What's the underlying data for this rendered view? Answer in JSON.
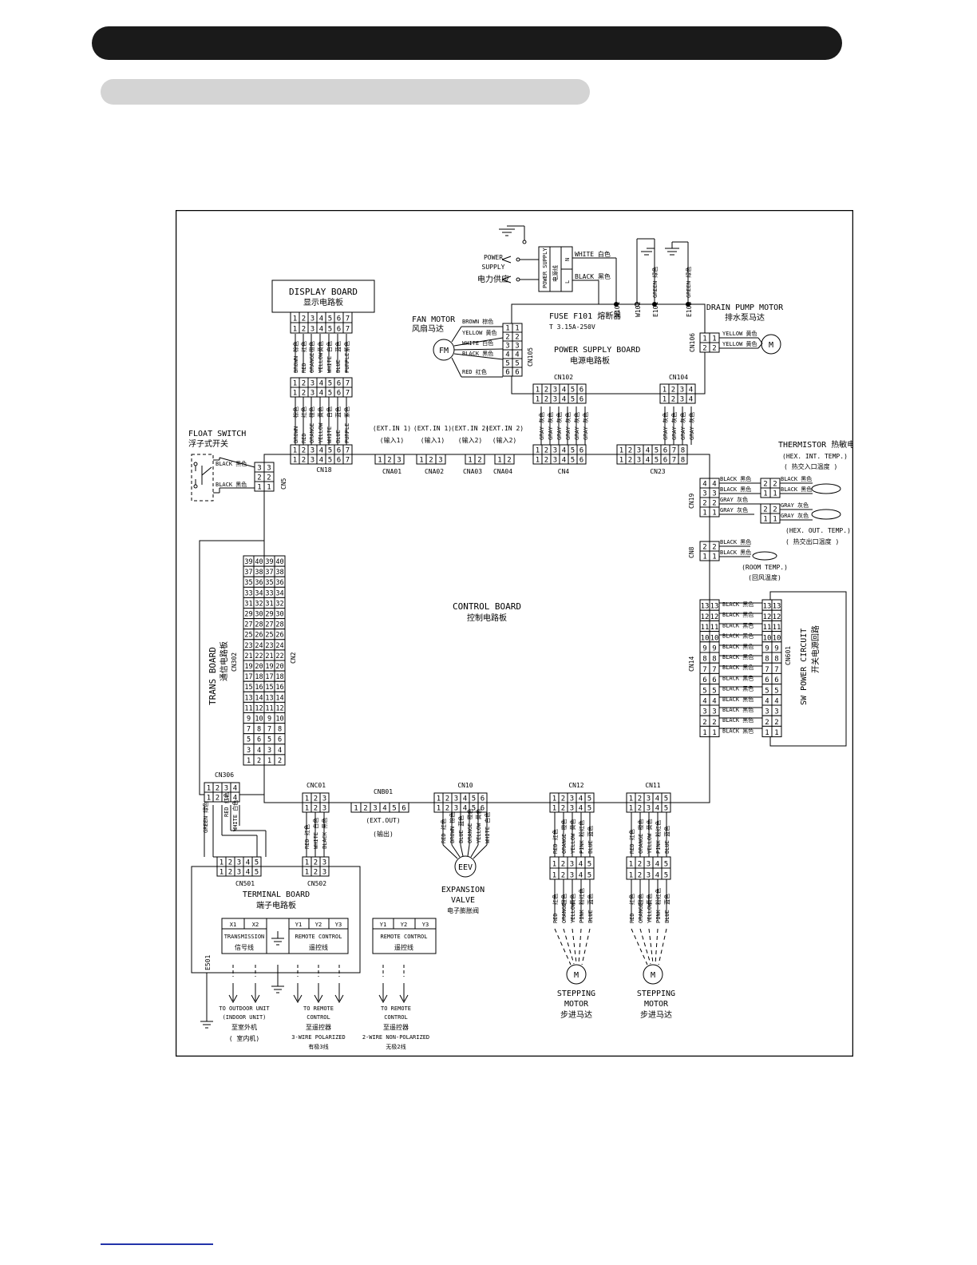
{
  "boards": {
    "display": {
      "en": "DISPLAY BOARD",
      "zh": "显示电路板"
    },
    "power_supply_board": {
      "en": "POWER SUPPLY BOARD",
      "zh": "电源电路板"
    },
    "control": {
      "en": "CONTROL BOARD",
      "zh": "控制电路板"
    },
    "trans": {
      "en": "TRANS BOARD",
      "zh": "通信电路板"
    },
    "terminal": {
      "en": "TERMINAL BOARD",
      "zh": "端子电路板"
    },
    "sw_power": {
      "en": "SW POWER CIRCUIT",
      "zh": "开关电源回路"
    }
  },
  "power": {
    "en1": "POWER",
    "en2": "SUPPLY",
    "zh": "电力供应",
    "cable_en": "POWER SUPPLY",
    "cable_zh": "电源线",
    "n": "N",
    "l": "L",
    "white": "WHITE 白色",
    "black": "BLACK 黑色"
  },
  "fuse": {
    "label": "FUSE F101 熔断器",
    "rating": "T 3.15A-250V"
  },
  "fan_motor": {
    "en": "FAN MOTOR",
    "zh": "风扇马达",
    "symbol": "FM"
  },
  "drain_pump": {
    "en": "DRAIN PUMP MOTOR",
    "zh": "排水泵马达",
    "symbol": "M",
    "wire1": "YELLOW 黄色",
    "wire2": "YELLOW 黄色"
  },
  "float_switch": {
    "en": "FLOAT SWITCH",
    "zh": "浮子式开关",
    "wire1": "BLACK 黑色",
    "wire2": "BLACK 黑色"
  },
  "expansion_valve": {
    "symbol": "EEV",
    "en1": "EXPANSION",
    "en2": "VALVE",
    "zh": "电子膨胀阀"
  },
  "stepping_motor": {
    "en1": "STEPPING",
    "en2": "MOTOR",
    "zh": "步进马达",
    "symbol": "M"
  },
  "thermistor": {
    "title": "THERMISTOR 热敏电阻",
    "hex_in": "(HEX. INT. TEMP.)",
    "hex_in_zh": "( 热交入口温度 )",
    "hex_out": "(HEX. OUT. TEMP.)",
    "hex_out_zh": "( 热交出口温度 )",
    "room": "(ROOM TEMP.)",
    "room_zh": "(回风温度)",
    "black": "BLACK 黑色",
    "gray": "GRAY 灰色"
  },
  "connectors": {
    "cn18": "CN18",
    "cna01": "CNA01",
    "cna02": "CNA02",
    "cna03": "CNA03",
    "cna04": "CNA04",
    "cn4": "CN4",
    "cn23": "CN23",
    "cn102": "CN102",
    "cn104": "CN104",
    "cn105": "CN105",
    "cn106": "CN106",
    "cn5": "CN5",
    "cn19": "CN19",
    "cn8": "CN8",
    "cn14": "CN14",
    "cn601": "CN601",
    "cn2": "CN2",
    "cn302": "CN302",
    "cn306": "CN306",
    "cnc01": "CNC01",
    "cnb01": "CNB01",
    "cn10": "CN10",
    "cn12": "CN12",
    "cn11": "CN11",
    "cn501": "CN501",
    "cn502": "CN502",
    "w101": "W101",
    "w102": "W102",
    "e101": "E101",
    "e103": "E103",
    "e501": "E501"
  },
  "ext_inputs": {
    "in1": "(EXT.IN 1)",
    "in1_zh": "(输入1)",
    "in2": "(EXT.IN 2)",
    "in2_zh": "(输入2)",
    "out": "(EXT.OUT)",
    "out_zh": "(输出)"
  },
  "terminals": {
    "x1": "X1",
    "x2": "X2",
    "y1": "Y1",
    "y2": "Y2",
    "y3": "Y3",
    "transmission": "TRANSMISSION",
    "transmission_zh": "信号线",
    "remote": "REMOTE CONTROL",
    "remote_zh": "遥控线"
  },
  "destinations": {
    "outdoor1": "TO OUTDOOR UNIT",
    "outdoor2": "(INDOOR UNIT)",
    "outdoor3": "至室外机",
    "outdoor4": "( 室内机)",
    "remote3_1": "TO REMOTE",
    "remote3_2": "CONTROL",
    "remote3_3": "至遥控器",
    "remote3_4": "3-WIRE POLARIZED",
    "remote3_5": "有极3线",
    "remote2_1": "TO REMOTE",
    "remote2_2": "CONTROL",
    "remote2_3": "至遥控器",
    "remote2_4": "2-WIRE NON-POLARIZED",
    "remote2_5": "无极2线"
  },
  "wires": {
    "fan": [
      "BROWN 棕色",
      "YELLOW 黄色",
      "WHITE 白色",
      "BLACK 黑色",
      "RED 红色"
    ],
    "display": [
      "BROWN",
      "RED",
      "ORANGE",
      "YELLOW",
      "WHITE",
      "BLUE",
      "PURPLE"
    ],
    "display_zh": [
      "棕色",
      "红色",
      "橙色",
      "黄色",
      "白色",
      "蓝色",
      "紫色"
    ],
    "gray": "GRAY 灰色",
    "green_earth": "GREEN 绿色",
    "cn306": [
      "GREEN 绿色",
      "RED 红色",
      "WHITE 白色"
    ],
    "cnc01": [
      "RED 红色",
      "WHITE 白色",
      "BLACK 黑色"
    ],
    "cn10": [
      "RED 红色",
      "BROWN 棕色",
      "BLUE 蓝色",
      "ORANGE 橙色",
      "YELLOW 黄色",
      "WHITE 白色"
    ],
    "stepper": [
      "RED 红色",
      "ORANGE 橙色",
      "YELLOW 黄色",
      "PINK 粉红色",
      "BLUE 蓝色"
    ],
    "stepper_en": [
      "RED",
      "ORANGE",
      "YELLOW",
      "PINK",
      "BLUE"
    ],
    "stepper_zh": [
      "红色",
      "橙色",
      "黄色",
      "粉红色",
      "蓝色"
    ],
    "cn14": "BLACK 黑色"
  }
}
